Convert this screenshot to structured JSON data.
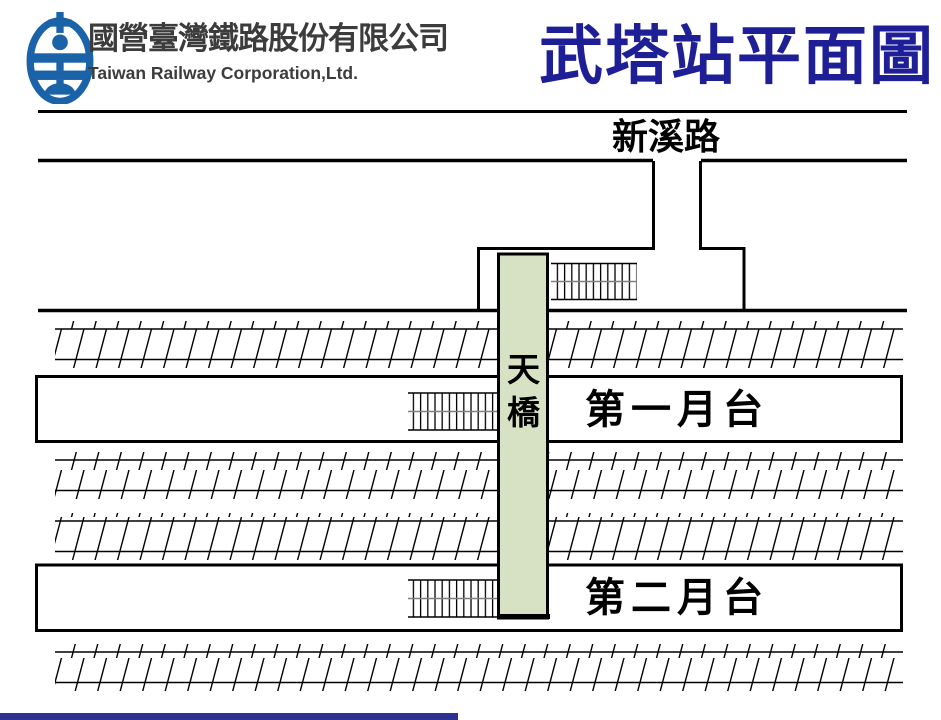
{
  "header": {
    "company_zh": "國營臺灣鐵路股份有限公司",
    "company_en": "Taiwan Railway Corporation,Ltd.",
    "title": "武塔站平面圖",
    "title_color": "#1e1e96",
    "company_color": "#3c3c3c",
    "logo_color": "#1a63a8",
    "logo_name": "taiwan-railway-emblem"
  },
  "diagram": {
    "road_label": "新溪路",
    "bridge_label": "天橋",
    "platform1_label": "第一月台",
    "platform2_label": "第二月台",
    "bridge_fill_color": "#d6e2c3",
    "line_color": "#000000",
    "stair_mid_line_color": "#808080",
    "track_band_count": 4,
    "stair_count": 3
  },
  "footer": {
    "bottom_bar_color": "#2e3192"
  }
}
